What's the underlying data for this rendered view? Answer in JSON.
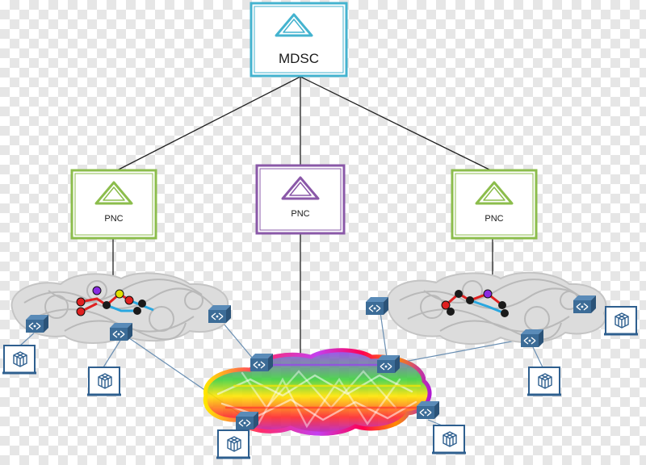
{
  "controllers": {
    "mdsc": {
      "label": "MDSC",
      "color": "#44b3cf"
    },
    "pnc_left": {
      "label": "PNC",
      "color": "#8cbd4c"
    },
    "pnc_center": {
      "label": "PNC",
      "color": "#8a58a8"
    },
    "pnc_right": {
      "label": "PNC",
      "color": "#8cbd4c"
    }
  },
  "colors": {
    "link": "#222222",
    "access_link": "#6a8fb3",
    "router": "#3c6c97",
    "host": "#2e5f8f",
    "cloud_gray": "#c9c9c9",
    "path_red": "#e02020",
    "path_blue": "#29a7e0"
  },
  "icons": {
    "controller": "triangle-icon",
    "router": "router-icon",
    "host": "laptop-icon"
  }
}
